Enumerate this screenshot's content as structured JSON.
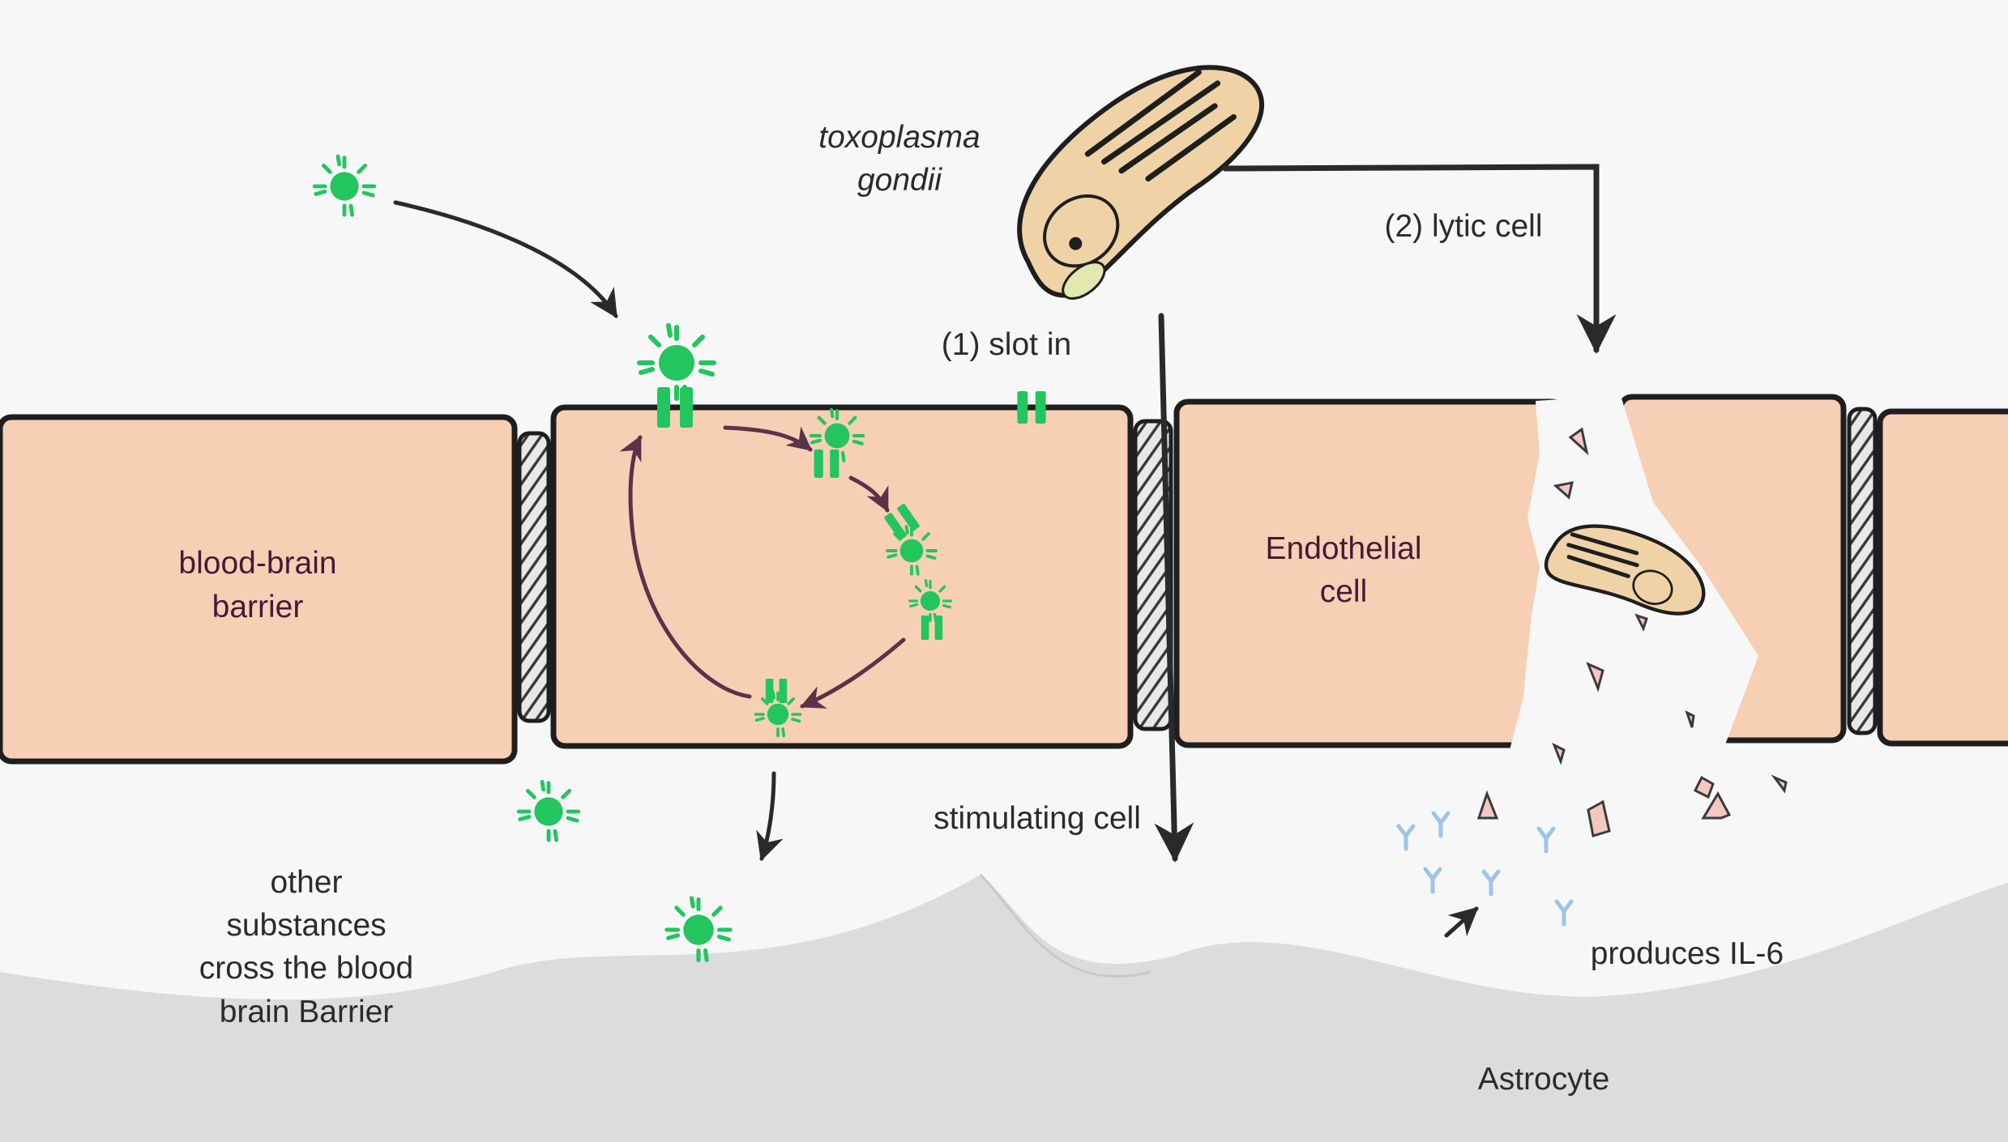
{
  "labels": {
    "organism_line1": "toxoplasma",
    "organism_line2": "gondii",
    "lytic": "(2) lytic cell",
    "slot_in": "(1) slot in",
    "bbb_line1": "blood-brain",
    "bbb_line2": "barrier",
    "endothelial_line1": "Endothelial",
    "endothelial_line2": "cell",
    "stimulating": "stimulating cell",
    "other_line1": "other",
    "other_line2": "substances",
    "other_line3": "cross the blood",
    "other_line4": "brain Barrier",
    "produces": "produces IL-6",
    "astrocyte": "Astrocyte"
  },
  "colors": {
    "background": "#f7f7f7",
    "cell_fill": "#f7cfb5",
    "astrocyte": "#dcdcdc",
    "virus_green": "#22c55e",
    "outline": "#1e1e1e",
    "junction": "#5a5a5a",
    "parasite_fill": "#efd3a6",
    "cytokine_blue": "#9ec4ea",
    "arrow_cycle": "#5b3248"
  },
  "icons": {
    "virus": "green-virus-particle-icon",
    "parasite": "toxoplasma-parasite-icon",
    "cytokine": "il6-cytokine-icon"
  }
}
